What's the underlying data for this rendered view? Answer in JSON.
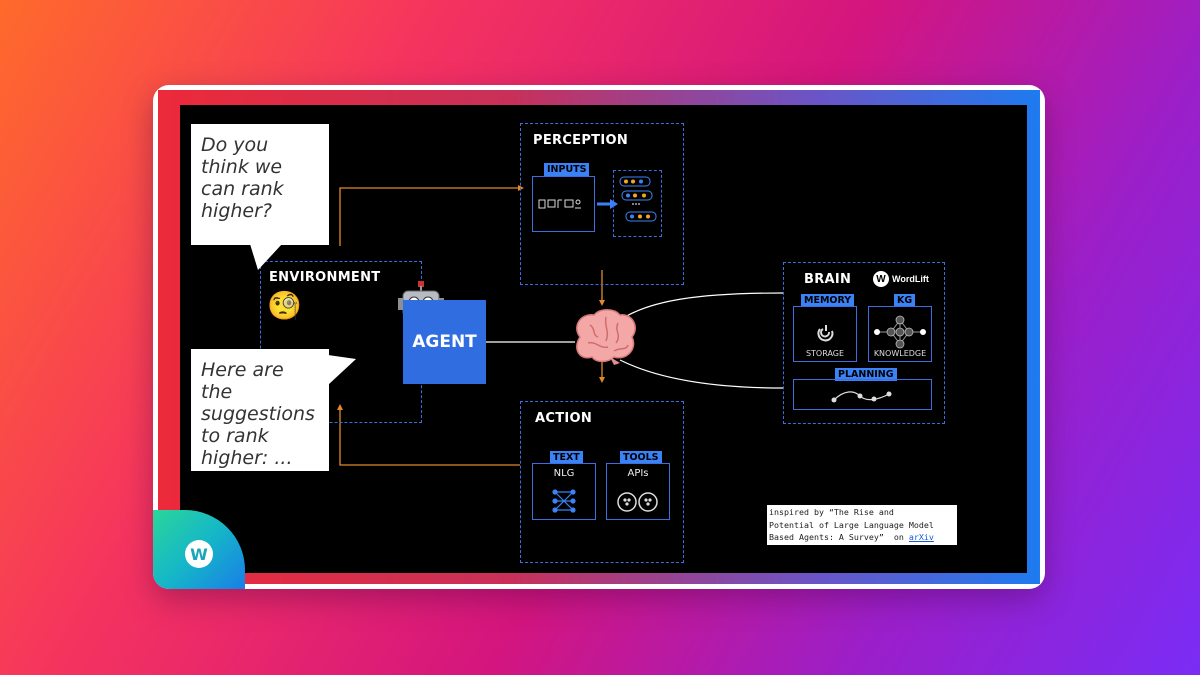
{
  "environment": {
    "title": "ENVIRONMENT"
  },
  "bubbles": {
    "question": "Do you think we can rank higher?",
    "answer": "Here are the suggestions to rank higher: ..."
  },
  "agent": {
    "label": "AGENT"
  },
  "perception": {
    "title": "PERCEPTION",
    "inputs_tag": "INPUTS"
  },
  "action": {
    "title": "ACTION",
    "text_tag": "TEXT",
    "text_label": "NLG",
    "tools_tag": "TOOLS",
    "tools_label": "APIs"
  },
  "brain": {
    "title": "BRAIN",
    "brand": "WordLift",
    "memory_tag": "MEMORY",
    "memory_label": "STORAGE",
    "kg_tag": "KG",
    "kg_label": "KNOWLEDGE",
    "planning_tag": "PLANNING"
  },
  "citation": {
    "line1": "inspired by “The Rise and",
    "line2": "Potential of Large Language Model",
    "line3_prefix": "Based Agents: A Survey”  on ",
    "link": "arXiv"
  },
  "logo": {
    "letter": "W"
  },
  "colors": {
    "accent_blue": "#3b82f6",
    "dash_blue": "#3d6ee0",
    "arrow_orange": "#e08a2a",
    "canvas": "#000000"
  }
}
